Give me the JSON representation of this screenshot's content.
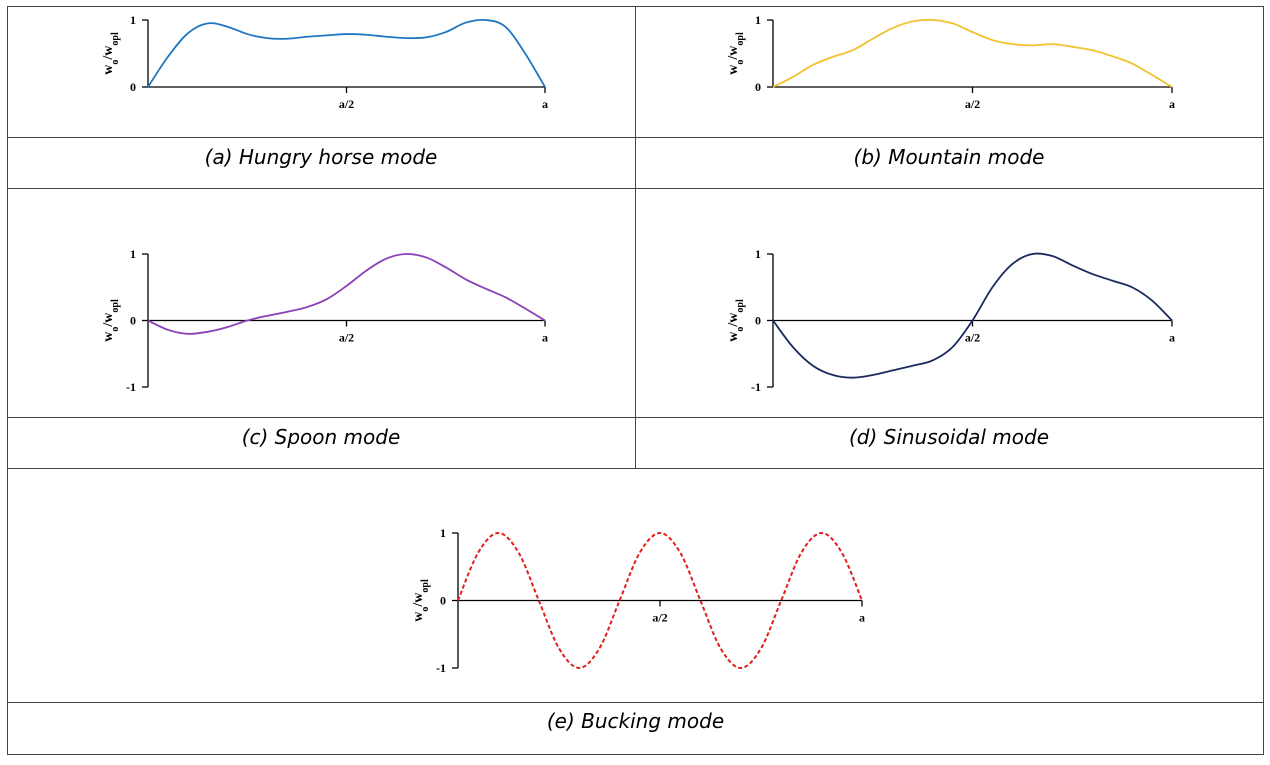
{
  "chart_data": [
    {
      "type": "line",
      "caption": "(a) Hungry horse mode",
      "ylabel": "w_o/w_opl",
      "ylim": [
        0,
        1
      ],
      "yticks": [
        "0",
        "1"
      ],
      "xticks": [
        "a/2",
        "a"
      ],
      "color": "#1f77c3",
      "dashed": false,
      "series": [
        {
          "x": [
            0,
            0.05,
            0.1,
            0.15,
            0.2,
            0.25,
            0.3,
            0.35,
            0.4,
            0.45,
            0.5,
            0.55,
            0.6,
            0.65,
            0.7,
            0.75,
            0.8,
            0.85,
            0.9,
            0.95,
            1.0
          ],
          "y": [
            0,
            0.45,
            0.8,
            0.95,
            0.9,
            0.79,
            0.73,
            0.72,
            0.75,
            0.77,
            0.79,
            0.78,
            0.75,
            0.73,
            0.74,
            0.82,
            0.96,
            1.0,
            0.9,
            0.5,
            0
          ]
        }
      ]
    },
    {
      "type": "line",
      "caption": "(b) Mountain mode",
      "ylabel": "w_o/w_opl",
      "ylim": [
        0,
        1
      ],
      "yticks": [
        "0",
        "1"
      ],
      "xticks": [
        "a/2",
        "a"
      ],
      "color": "#f2c230",
      "dashed": false,
      "series": [
        {
          "x": [
            0,
            0.05,
            0.1,
            0.15,
            0.2,
            0.25,
            0.3,
            0.35,
            0.4,
            0.45,
            0.5,
            0.55,
            0.6,
            0.65,
            0.7,
            0.75,
            0.8,
            0.85,
            0.9,
            0.95,
            1.0
          ],
          "y": [
            0,
            0.15,
            0.33,
            0.45,
            0.55,
            0.72,
            0.88,
            0.98,
            1.0,
            0.95,
            0.82,
            0.7,
            0.64,
            0.62,
            0.64,
            0.6,
            0.55,
            0.46,
            0.35,
            0.18,
            0
          ]
        }
      ]
    },
    {
      "type": "line",
      "caption": "(c) Spoon mode",
      "ylabel": "w_o/w_opl",
      "ylim": [
        -1,
        1
      ],
      "yticks": [
        "-1",
        "0",
        "1"
      ],
      "xticks": [
        "a/2",
        "a"
      ],
      "color": "#8b3fb8",
      "dashed": false,
      "series": [
        {
          "x": [
            0,
            0.05,
            0.1,
            0.15,
            0.2,
            0.25,
            0.3,
            0.35,
            0.4,
            0.45,
            0.5,
            0.55,
            0.6,
            0.65,
            0.7,
            0.75,
            0.8,
            0.85,
            0.9,
            0.95,
            1.0
          ],
          "y": [
            0,
            -0.14,
            -0.2,
            -0.17,
            -0.1,
            0,
            0.07,
            0.13,
            0.2,
            0.32,
            0.52,
            0.75,
            0.93,
            1.0,
            0.95,
            0.8,
            0.62,
            0.48,
            0.35,
            0.18,
            0
          ]
        }
      ]
    },
    {
      "type": "line",
      "caption": "(d) Sinusoidal mode",
      "ylabel": "w_o/w_opl",
      "ylim": [
        -1,
        1
      ],
      "yticks": [
        "-1",
        "0",
        "1"
      ],
      "xticks": [
        "a/2",
        "a"
      ],
      "color": "#1a2a5e",
      "dashed": false,
      "series": [
        {
          "x": [
            0,
            0.05,
            0.1,
            0.15,
            0.2,
            0.25,
            0.3,
            0.35,
            0.4,
            0.45,
            0.5,
            0.55,
            0.6,
            0.65,
            0.7,
            0.75,
            0.8,
            0.85,
            0.9,
            0.95,
            1.0
          ],
          "y": [
            0,
            -0.4,
            -0.68,
            -0.82,
            -0.86,
            -0.82,
            -0.75,
            -0.68,
            -0.6,
            -0.4,
            0,
            0.5,
            0.85,
            1.0,
            0.97,
            0.83,
            0.7,
            0.6,
            0.5,
            0.3,
            0
          ]
        }
      ]
    },
    {
      "type": "line",
      "caption": "(e) Bucking mode",
      "ylabel": "w_o/w_opl",
      "ylim": [
        -1,
        1
      ],
      "yticks": [
        "-1",
        "0",
        "1"
      ],
      "xticks": [
        "a/2",
        "a"
      ],
      "color": "#e0201b",
      "dashed": true,
      "series": [
        {
          "x": [
            0,
            0.05,
            0.1,
            0.15,
            0.2,
            0.25,
            0.3,
            0.35,
            0.4,
            0.45,
            0.5,
            0.55,
            0.6,
            0.65,
            0.7,
            0.75,
            0.8,
            0.85,
            0.9,
            0.95,
            1.0
          ],
          "y": [
            0,
            0.71,
            1.0,
            0.71,
            0,
            -0.71,
            -1.0,
            -0.71,
            0,
            0.71,
            1.0,
            0.71,
            0,
            -0.71,
            -1.0,
            -0.71,
            0,
            0.71,
            1.0,
            0.71,
            0
          ]
        }
      ]
    }
  ]
}
